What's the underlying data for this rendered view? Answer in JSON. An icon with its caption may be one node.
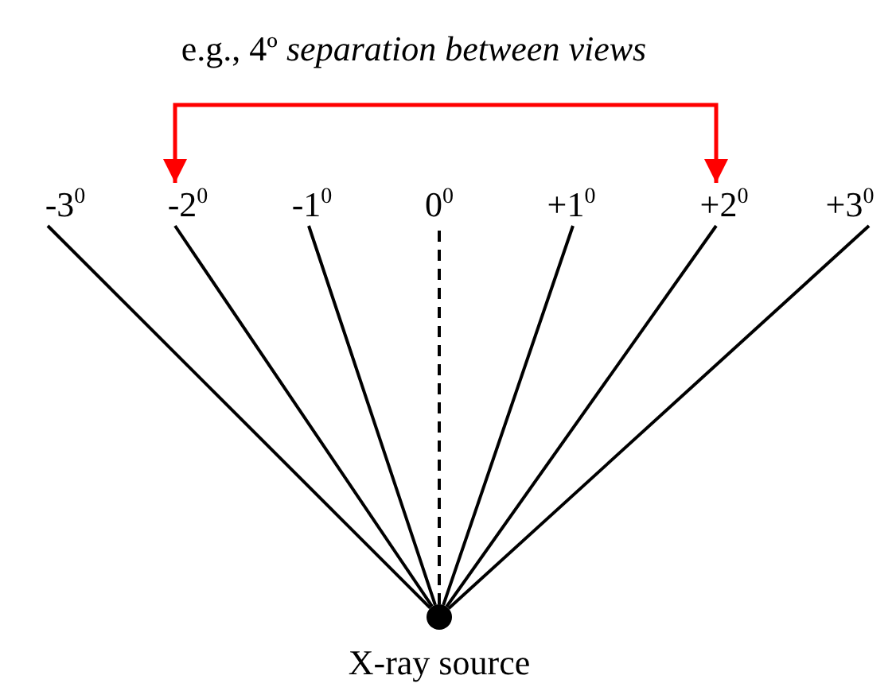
{
  "diagram": {
    "nodes": [
      {
        "text": [
          "-3$^{0}$"
        ]
      },
      {
        "text": [
          "-2$^{0}$"
        ]
      },
      {
        "text": [
          "-1$^{0}$"
        ]
      },
      {
        "text": [
          "0$^{0}$"
        ]
      },
      {
        "text": [
          "+1$^{0}$"
        ]
      },
      {
        "text": [
          "+2$^{0}$"
        ]
      },
      {
        "text": [
          "+3$^{0}$"
        ]
      },
      {
        "text": [],
        "shape": "circle",
        "beside": [
          "X-ray source"
        ]
      }
    ],
    "edges": [
      {
        "from": 1,
        "to": 5,
        "arrow": "both",
        "color": "#ff0000",
        "label": "e.g., 4º *separation between views*"
      },
      {
        "from": 7,
        "to": 0,
        "arrow": "none"
      },
      {
        "from": 7,
        "to": 1,
        "arrow": "none"
      },
      {
        "from": 7,
        "to": 2,
        "arrow": "none"
      },
      {
        "from": 7,
        "to": 3,
        "arrow": "none",
        "style": "dashed"
      },
      {
        "from": 7,
        "to": 4,
        "arrow": "none"
      },
      {
        "from": 7,
        "to": 5,
        "arrow": "none"
      },
      {
        "from": 7,
        "to": 6,
        "arrow": "none"
      }
    ]
  }
}
